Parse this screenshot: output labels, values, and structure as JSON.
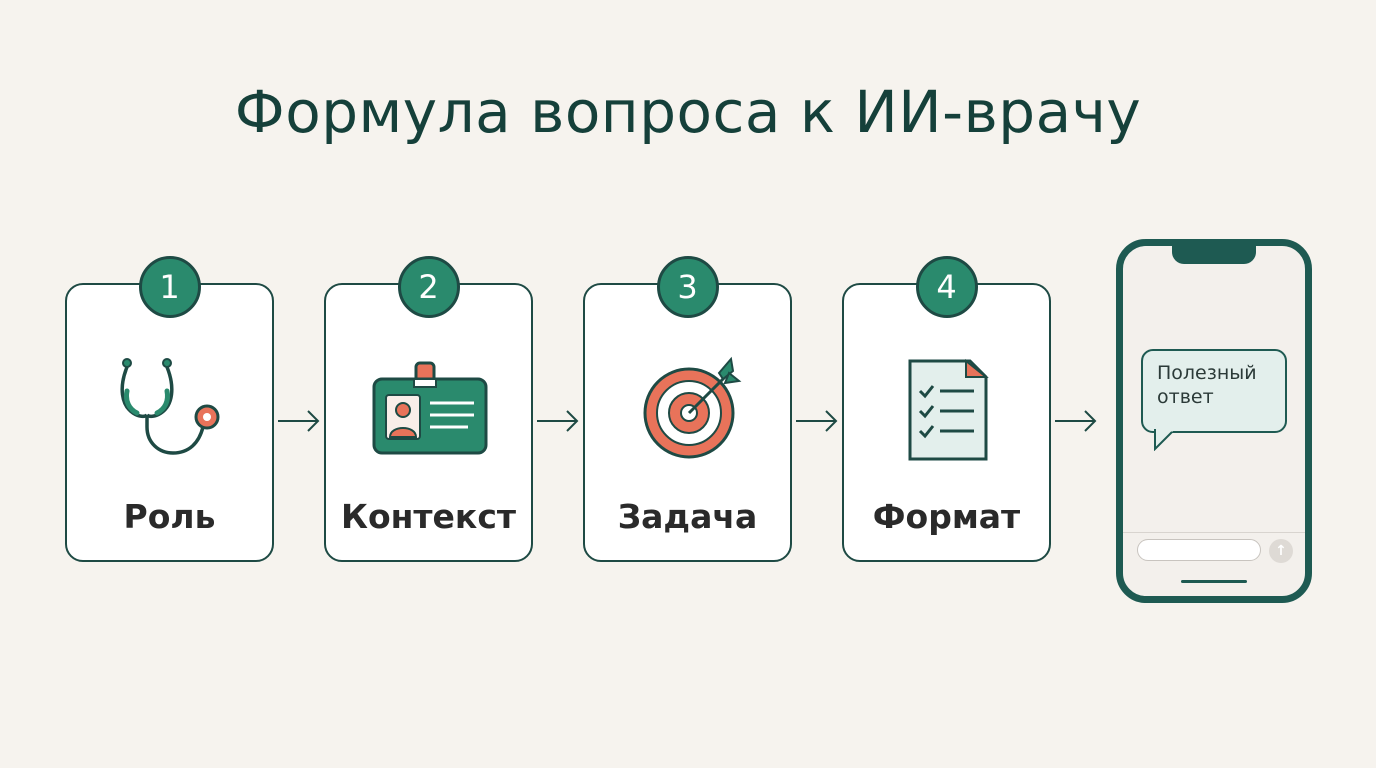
{
  "title": "Формула вопроса к ИИ-врачу",
  "steps": [
    {
      "number": "1",
      "label": "Роль",
      "icon": "stethoscope-icon"
    },
    {
      "number": "2",
      "label": "Контекст",
      "icon": "id-badge-icon"
    },
    {
      "number": "3",
      "label": "Задача",
      "icon": "target-icon"
    },
    {
      "number": "4",
      "label": "Формат",
      "icon": "checklist-document-icon"
    }
  ],
  "result": {
    "message": "Полезный ответ",
    "icon": "smartphone-icon"
  },
  "colors": {
    "background": "#f6f3ee",
    "dark_teal": "#1e4a44",
    "accent_green": "#2a8a6d",
    "coral": "#e8735a"
  }
}
